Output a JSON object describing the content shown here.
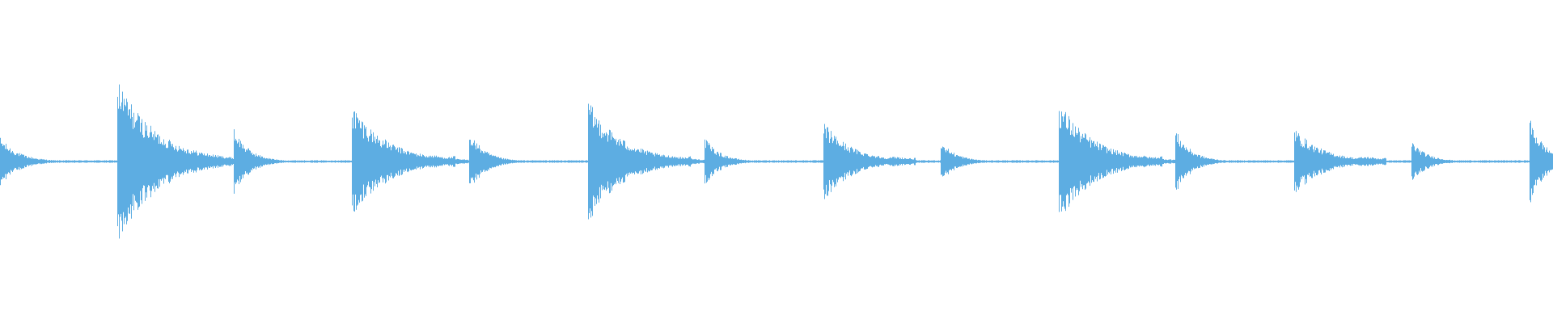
{
  "waveform": {
    "color": "#5dade2",
    "background": "#ffffff",
    "duration_normalized": 1.0,
    "events": [
      {
        "name": "burst-partial-start",
        "time": 0.0,
        "attack_amplitude": 0.15,
        "decay": 0.012,
        "tail": 0.0,
        "tail_amplitude": 0.0
      },
      {
        "name": "burst-1",
        "time": 0.0755,
        "attack_amplitude": 0.52,
        "decay": 0.025,
        "tail": 0.038,
        "tail_amplitude": 0.045
      },
      {
        "name": "hit-1",
        "time": 0.1505,
        "attack_amplitude": 0.21,
        "decay": 0.01,
        "tail": 0.0,
        "tail_amplitude": 0.0
      },
      {
        "name": "burst-2",
        "time": 0.2265,
        "attack_amplitude": 0.36,
        "decay": 0.022,
        "tail": 0.04,
        "tail_amplitude": 0.04
      },
      {
        "name": "hit-2",
        "time": 0.302,
        "attack_amplitude": 0.19,
        "decay": 0.01,
        "tail": 0.0,
        "tail_amplitude": 0.0
      },
      {
        "name": "burst-3",
        "time": 0.3785,
        "attack_amplitude": 0.38,
        "decay": 0.022,
        "tail": 0.04,
        "tail_amplitude": 0.04
      },
      {
        "name": "hit-3",
        "time": 0.4535,
        "attack_amplitude": 0.15,
        "decay": 0.01,
        "tail": 0.0,
        "tail_amplitude": 0.0
      },
      {
        "name": "burst-4",
        "time": 0.53,
        "attack_amplitude": 0.25,
        "decay": 0.018,
        "tail": 0.038,
        "tail_amplitude": 0.03
      },
      {
        "name": "hit-4",
        "time": 0.6055,
        "attack_amplitude": 0.13,
        "decay": 0.01,
        "tail": 0.0,
        "tail_amplitude": 0.0
      },
      {
        "name": "burst-5",
        "time": 0.682,
        "attack_amplitude": 0.38,
        "decay": 0.022,
        "tail": 0.04,
        "tail_amplitude": 0.04
      },
      {
        "name": "hit-5",
        "time": 0.757,
        "attack_amplitude": 0.2,
        "decay": 0.01,
        "tail": 0.0,
        "tail_amplitude": 0.0
      },
      {
        "name": "burst-6",
        "time": 0.8335,
        "attack_amplitude": 0.21,
        "decay": 0.018,
        "tail": 0.038,
        "tail_amplitude": 0.03
      },
      {
        "name": "hit-6",
        "time": 0.909,
        "attack_amplitude": 0.13,
        "decay": 0.01,
        "tail": 0.0,
        "tail_amplitude": 0.0
      },
      {
        "name": "burst-partial-end",
        "time": 0.985,
        "attack_amplitude": 0.27,
        "decay": 0.01,
        "tail": 0.0,
        "tail_amplitude": 0.0
      }
    ],
    "noise_floor_amplitude": 0.008
  }
}
